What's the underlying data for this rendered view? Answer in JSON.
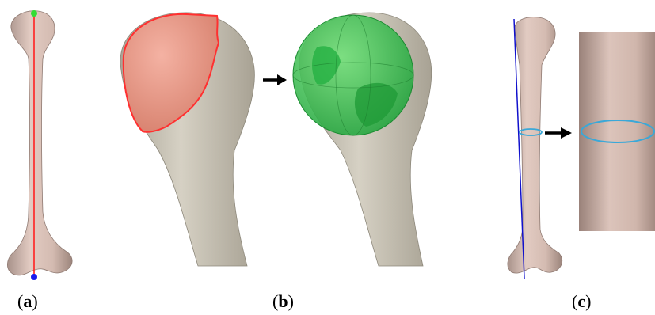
{
  "panels": [
    {
      "id": "a",
      "label_open": "(",
      "letter": "a",
      "label_close": ")"
    },
    {
      "id": "b",
      "label_open": "(",
      "letter": "b",
      "label_close": ")"
    },
    {
      "id": "c",
      "label_open": "(",
      "letter": "c",
      "label_close": ")"
    }
  ],
  "colors": {
    "bone": "#dcc4bb",
    "bone_shadow": "#b39a90",
    "bone_light": "#cfcabd",
    "head_highlight": "#e8907f",
    "highlight_outline": "#ff3030",
    "sphere_fit": "#2fc24a",
    "axis_red": "#ff2020",
    "axis_blue": "#1010cc",
    "proximal_point": "#33dd33",
    "distal_point": "#1a1aee",
    "section_ring": "#3aa8d8",
    "arrow": "#000000"
  }
}
